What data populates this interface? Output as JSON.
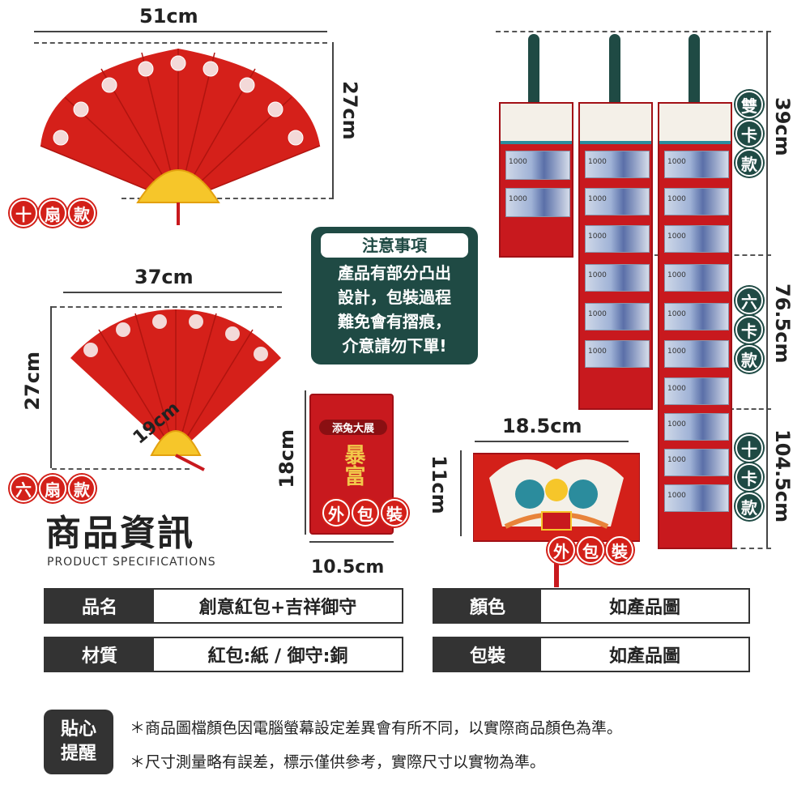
{
  "fans": {
    "ten": {
      "width": "51cm",
      "height": "27cm",
      "badge": [
        "十",
        "扇",
        "款"
      ]
    },
    "six": {
      "width": "37cm",
      "height": "27cm",
      "inner": "19cm",
      "badge": [
        "六",
        "扇",
        "款"
      ]
    }
  },
  "notice": {
    "title": "注意事項",
    "lines": [
      "產品有部分凸出",
      "設計，包裝過程",
      "難免會有摺痕，",
      "介意請勿下單!"
    ]
  },
  "small_env": {
    "height": "18cm",
    "width": "10.5cm",
    "print_top": "添兔大展",
    "print_main": "暴富",
    "badge": [
      "外",
      "包",
      "裝"
    ]
  },
  "lion_env": {
    "width": "18.5cm",
    "height": "11cm",
    "badge": [
      "外",
      "包",
      "裝"
    ]
  },
  "hanging": {
    "bill_label": "1000",
    "variants": [
      {
        "badge": [
          "雙",
          "卡",
          "款"
        ],
        "length": "39cm"
      },
      {
        "badge": [
          "六",
          "卡",
          "款"
        ],
        "length": "76.5cm"
      },
      {
        "badge": [
          "十",
          "卡",
          "款"
        ],
        "length": "104.5cm"
      }
    ]
  },
  "section": {
    "title": "商品資訊",
    "subtitle": "PRODUCT SPECIFICATIONS"
  },
  "specs": [
    {
      "key": "品名",
      "value": "創意紅包+吉祥御守"
    },
    {
      "key": "顏色",
      "value": "如產品圖"
    },
    {
      "key": "材質",
      "value": "紅包:紙 / 御守:銅"
    },
    {
      "key": "包裝",
      "value": "如產品圖"
    }
  ],
  "reminder": {
    "label": "貼心提醒",
    "lines": [
      "＊商品圖檔顏色因電腦螢幕設定差異會有所不同，以實際商品顏色為準。",
      "＊尺寸測量略有誤差，標示僅供參考，實際尺寸以實物為準。"
    ]
  },
  "colors": {
    "red": "#d32019",
    "teal": "#1f4a44",
    "dark": "#333333"
  }
}
